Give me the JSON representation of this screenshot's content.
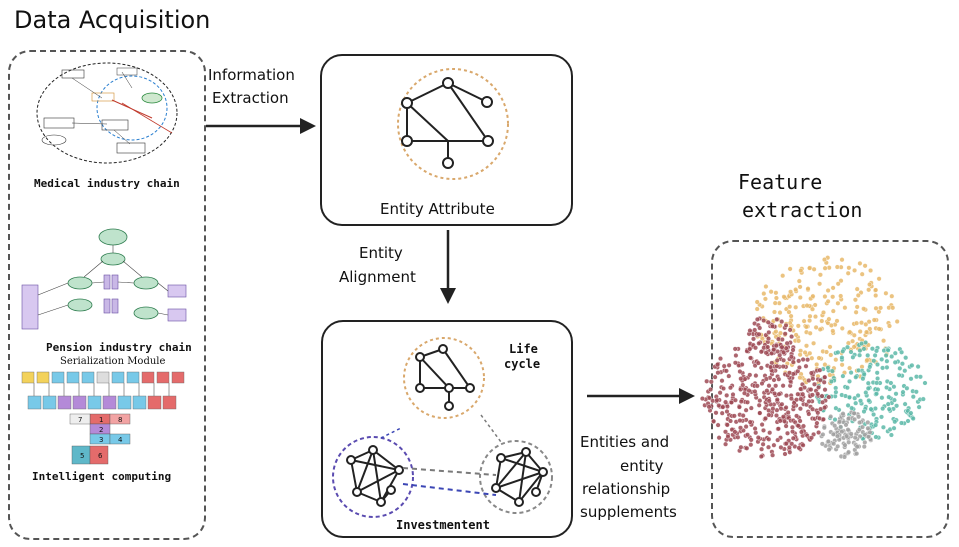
{
  "title": "Data Acquisition",
  "left_panel": {
    "medical_caption": "Medical industry chain",
    "pension_caption": "Pension industry chain",
    "serialization_title": "Serialization Module",
    "intelligent_caption": "Intelligent computing",
    "grid_numbers": [
      "1",
      "2",
      "3",
      "4",
      "5",
      "6",
      "7",
      "8"
    ]
  },
  "arrows": {
    "information_extraction": [
      "Information",
      "Extraction"
    ],
    "entity_alignment": [
      "Entity",
      "Alignment"
    ],
    "entities_supplements": [
      "Entities and",
      "entity",
      "relationship",
      "supplements"
    ]
  },
  "entity_box": {
    "label": "Entity Attribute"
  },
  "investment_box": {
    "life_cycle": [
      "Life",
      "cycle"
    ],
    "label": "Investmentent"
  },
  "feature": {
    "title": [
      "Feature",
      "extraction"
    ]
  },
  "colors": {
    "ring_orange": "#d9a86c",
    "ring_purple": "#5a4bb0",
    "ring_gray": "#888888",
    "cluster_red": "#9e4a55",
    "cluster_orange": "#e8b96a",
    "cluster_teal": "#5cb8a8",
    "cluster_gray": "#a0a0a0"
  }
}
